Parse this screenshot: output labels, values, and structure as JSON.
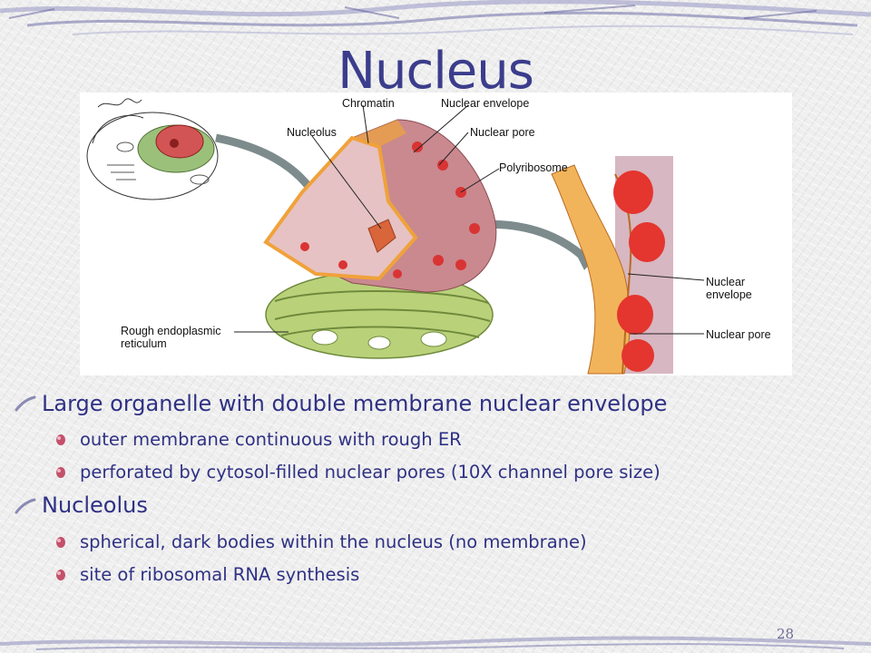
{
  "slide": {
    "title": "Nucleus",
    "page_number": "28"
  },
  "figure": {
    "labels": {
      "chromatin": "Chromatin",
      "nuclear_envelope_top": "Nuclear envelope",
      "nucleolus": "Nucleolus",
      "nuclear_pore_top": "Nuclear pore",
      "polyribosome": "Polyribosome",
      "rough_er_line1": "Rough endoplasmic",
      "rough_er_line2": "reticulum",
      "nuclear_envelope_right_line1": "Nuclear",
      "nuclear_envelope_right_line2": "envelope",
      "nuclear_pore_right": "Nuclear pore"
    }
  },
  "bullets": [
    {
      "text": "Large organelle with double membrane nuclear envelope",
      "sub": [
        "outer membrane continuous with rough ER",
        "perforated by cytosol-filled nuclear pores (10X channel pore size)"
      ]
    },
    {
      "text": "Nucleolus",
      "sub": [
        "spherical, dark bodies within the nucleus (no membrane)",
        "site of ribosomal RNA synthesis"
      ]
    }
  ],
  "colors": {
    "title": "#3b3d8c",
    "bullet_text": "#2f3184",
    "nucleus_fill": "#d9a9ad",
    "envelope": "#f0a23a",
    "pores": "#d93434",
    "rough_er": "#b9d27a",
    "sub_bullet_marker": "#c4506a"
  }
}
